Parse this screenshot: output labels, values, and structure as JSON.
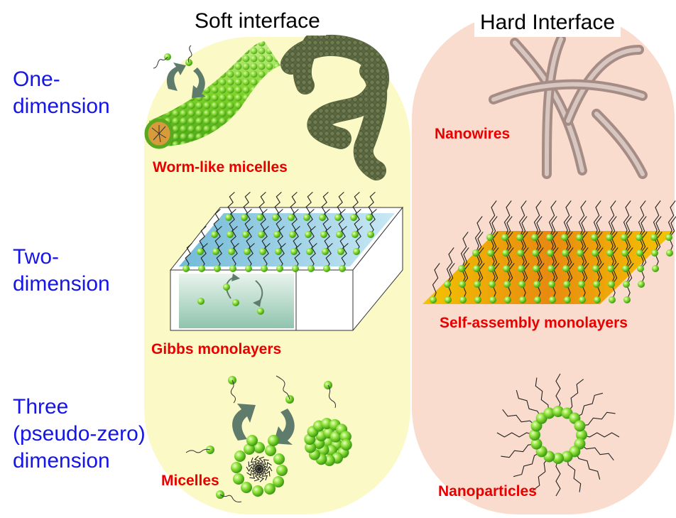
{
  "columns": {
    "soft": "Soft interface",
    "hard": "Hard Interface"
  },
  "dimensions": {
    "one": "One-\ndimension",
    "two": "Two-\ndimension",
    "three": "Three\n(pseudo-zero)\ndimension"
  },
  "labels": {
    "worm_like_micelles": "Worm-like micelles",
    "nanowires": "Nanowires",
    "gibbs_monolayers": "Gibbs monolayers",
    "self_assembly_monolayers": "Self-assembly monolayers",
    "micelles": "Micelles",
    "nanoparticles": "Nanoparticles"
  },
  "colors": {
    "soft_panel": "#fbf9c6",
    "hard_panel": "#f9dccd",
    "dimension_text": "#1515e6",
    "item_text": "#e80000",
    "sphere_green": "#6fd12a"
  }
}
